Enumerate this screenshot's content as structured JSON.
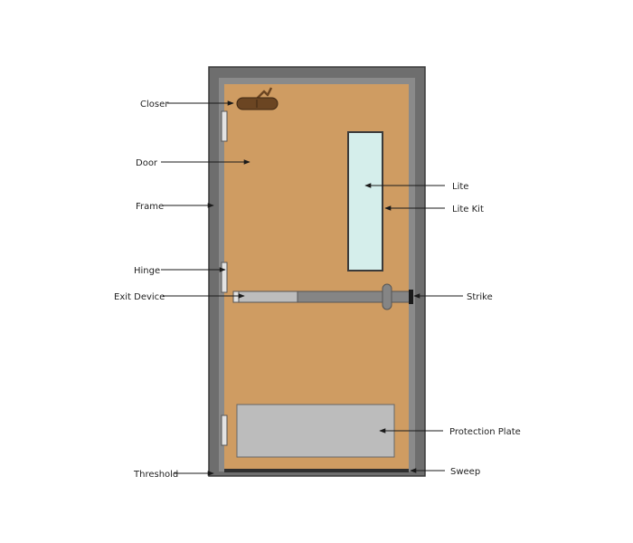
{
  "labels": {
    "closer": "Closer",
    "door": "Door",
    "frame": "Frame",
    "hinge": "Hinge",
    "exit_device": "Exit Device",
    "threshold": "Threshold",
    "lite": "Lite",
    "lite_kit": "Lite Kit",
    "strike": "Strike",
    "protection_plate": "Protection Plate",
    "sweep": "Sweep"
  },
  "colors": {
    "frame": "#6e6e6e",
    "frame_edge": "#3a3a3a",
    "door": "#cf9c62",
    "closer": "#6b4522",
    "hinge": "#e3e3e3",
    "lite_glass": "#d5eeeb",
    "lite_kit": "#3a3a3a",
    "bar": "#858585",
    "bar_light": "#bdbdbd",
    "plate": "#bcbcbc",
    "threshold": "#2f2f2f",
    "arrow": "#1a1a1a"
  }
}
